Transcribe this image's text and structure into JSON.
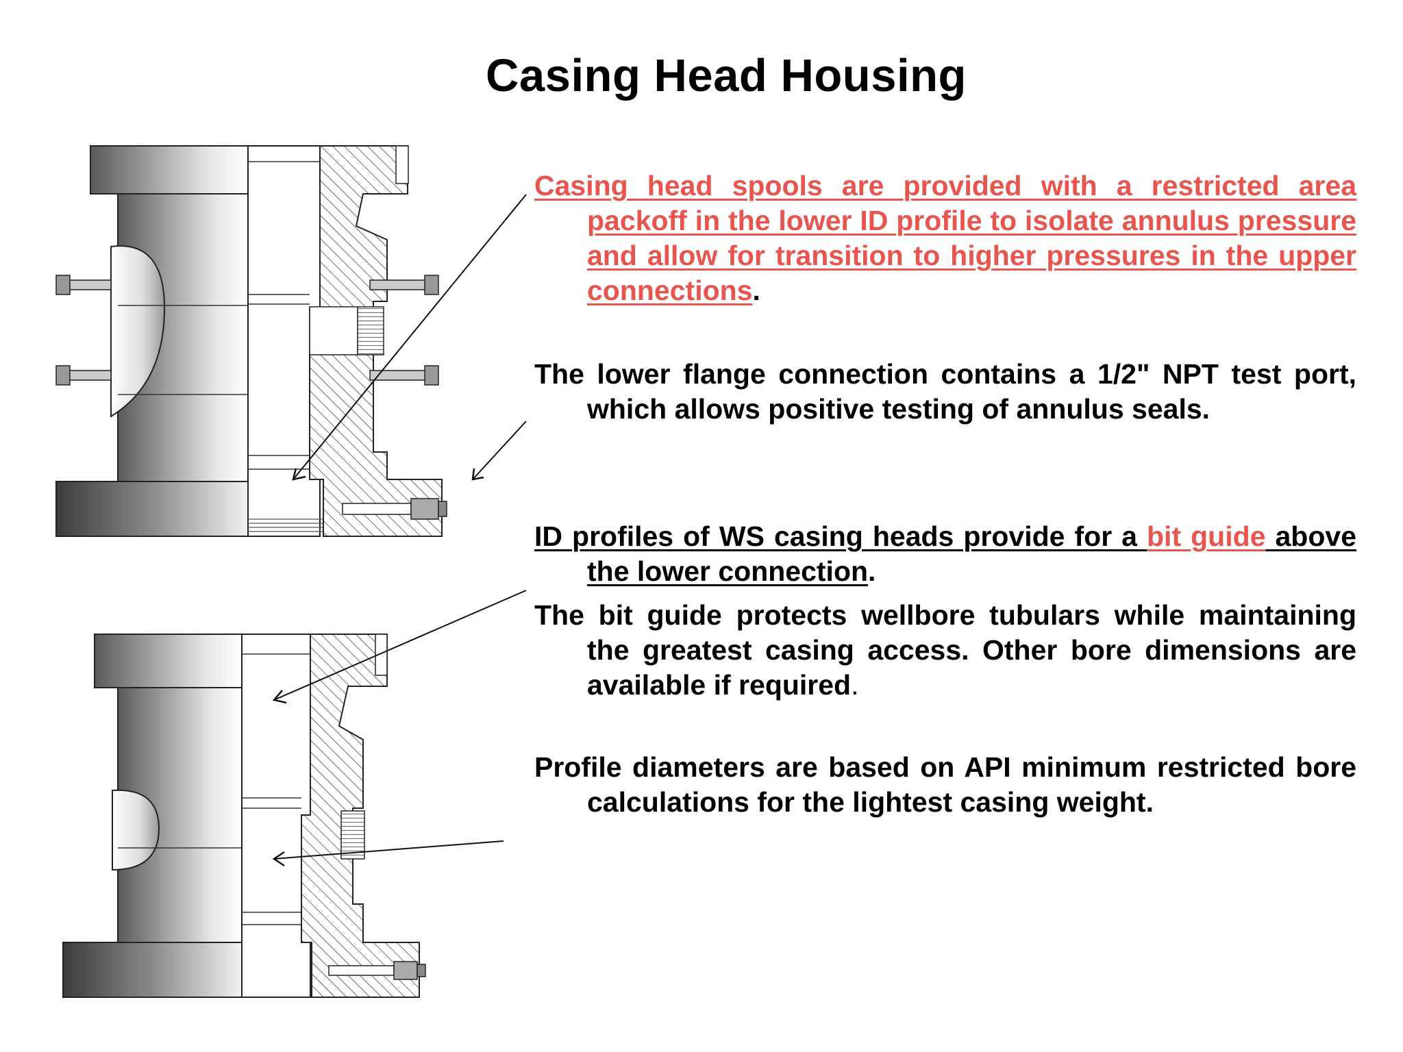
{
  "slide": {
    "title": "Casing Head Housing"
  },
  "paragraphs": {
    "p1": {
      "text_red_underlined": "Casing head spools are provided with a restricted area packoff in the lower ID profile to isolate annulus pressure and allow for transition to higher pressures in the upper connections",
      "tail": "."
    },
    "p2": {
      "text": "The lower flange connection contains a 1/2\" NPT test port, which allows positive testing of annulus seals."
    },
    "p3": {
      "lead_underlined": "ID profiles of WS casing heads provide for a ",
      "red_underlined": "bit guide",
      "next_underlined": " above the lower connection",
      "tail": "."
    },
    "p4": {
      "text": "The bit guide protects wellbore tubulars while maintaining the greatest casing access. Other bore dimensions are available if required",
      "tail": "."
    },
    "p5": {
      "text": "Profile diameters are based on API minimum restricted bore calculations for the lightest casing weight."
    }
  },
  "colors": {
    "accent_red": "#e8544e",
    "text": "#000000",
    "background": "#ffffff"
  }
}
